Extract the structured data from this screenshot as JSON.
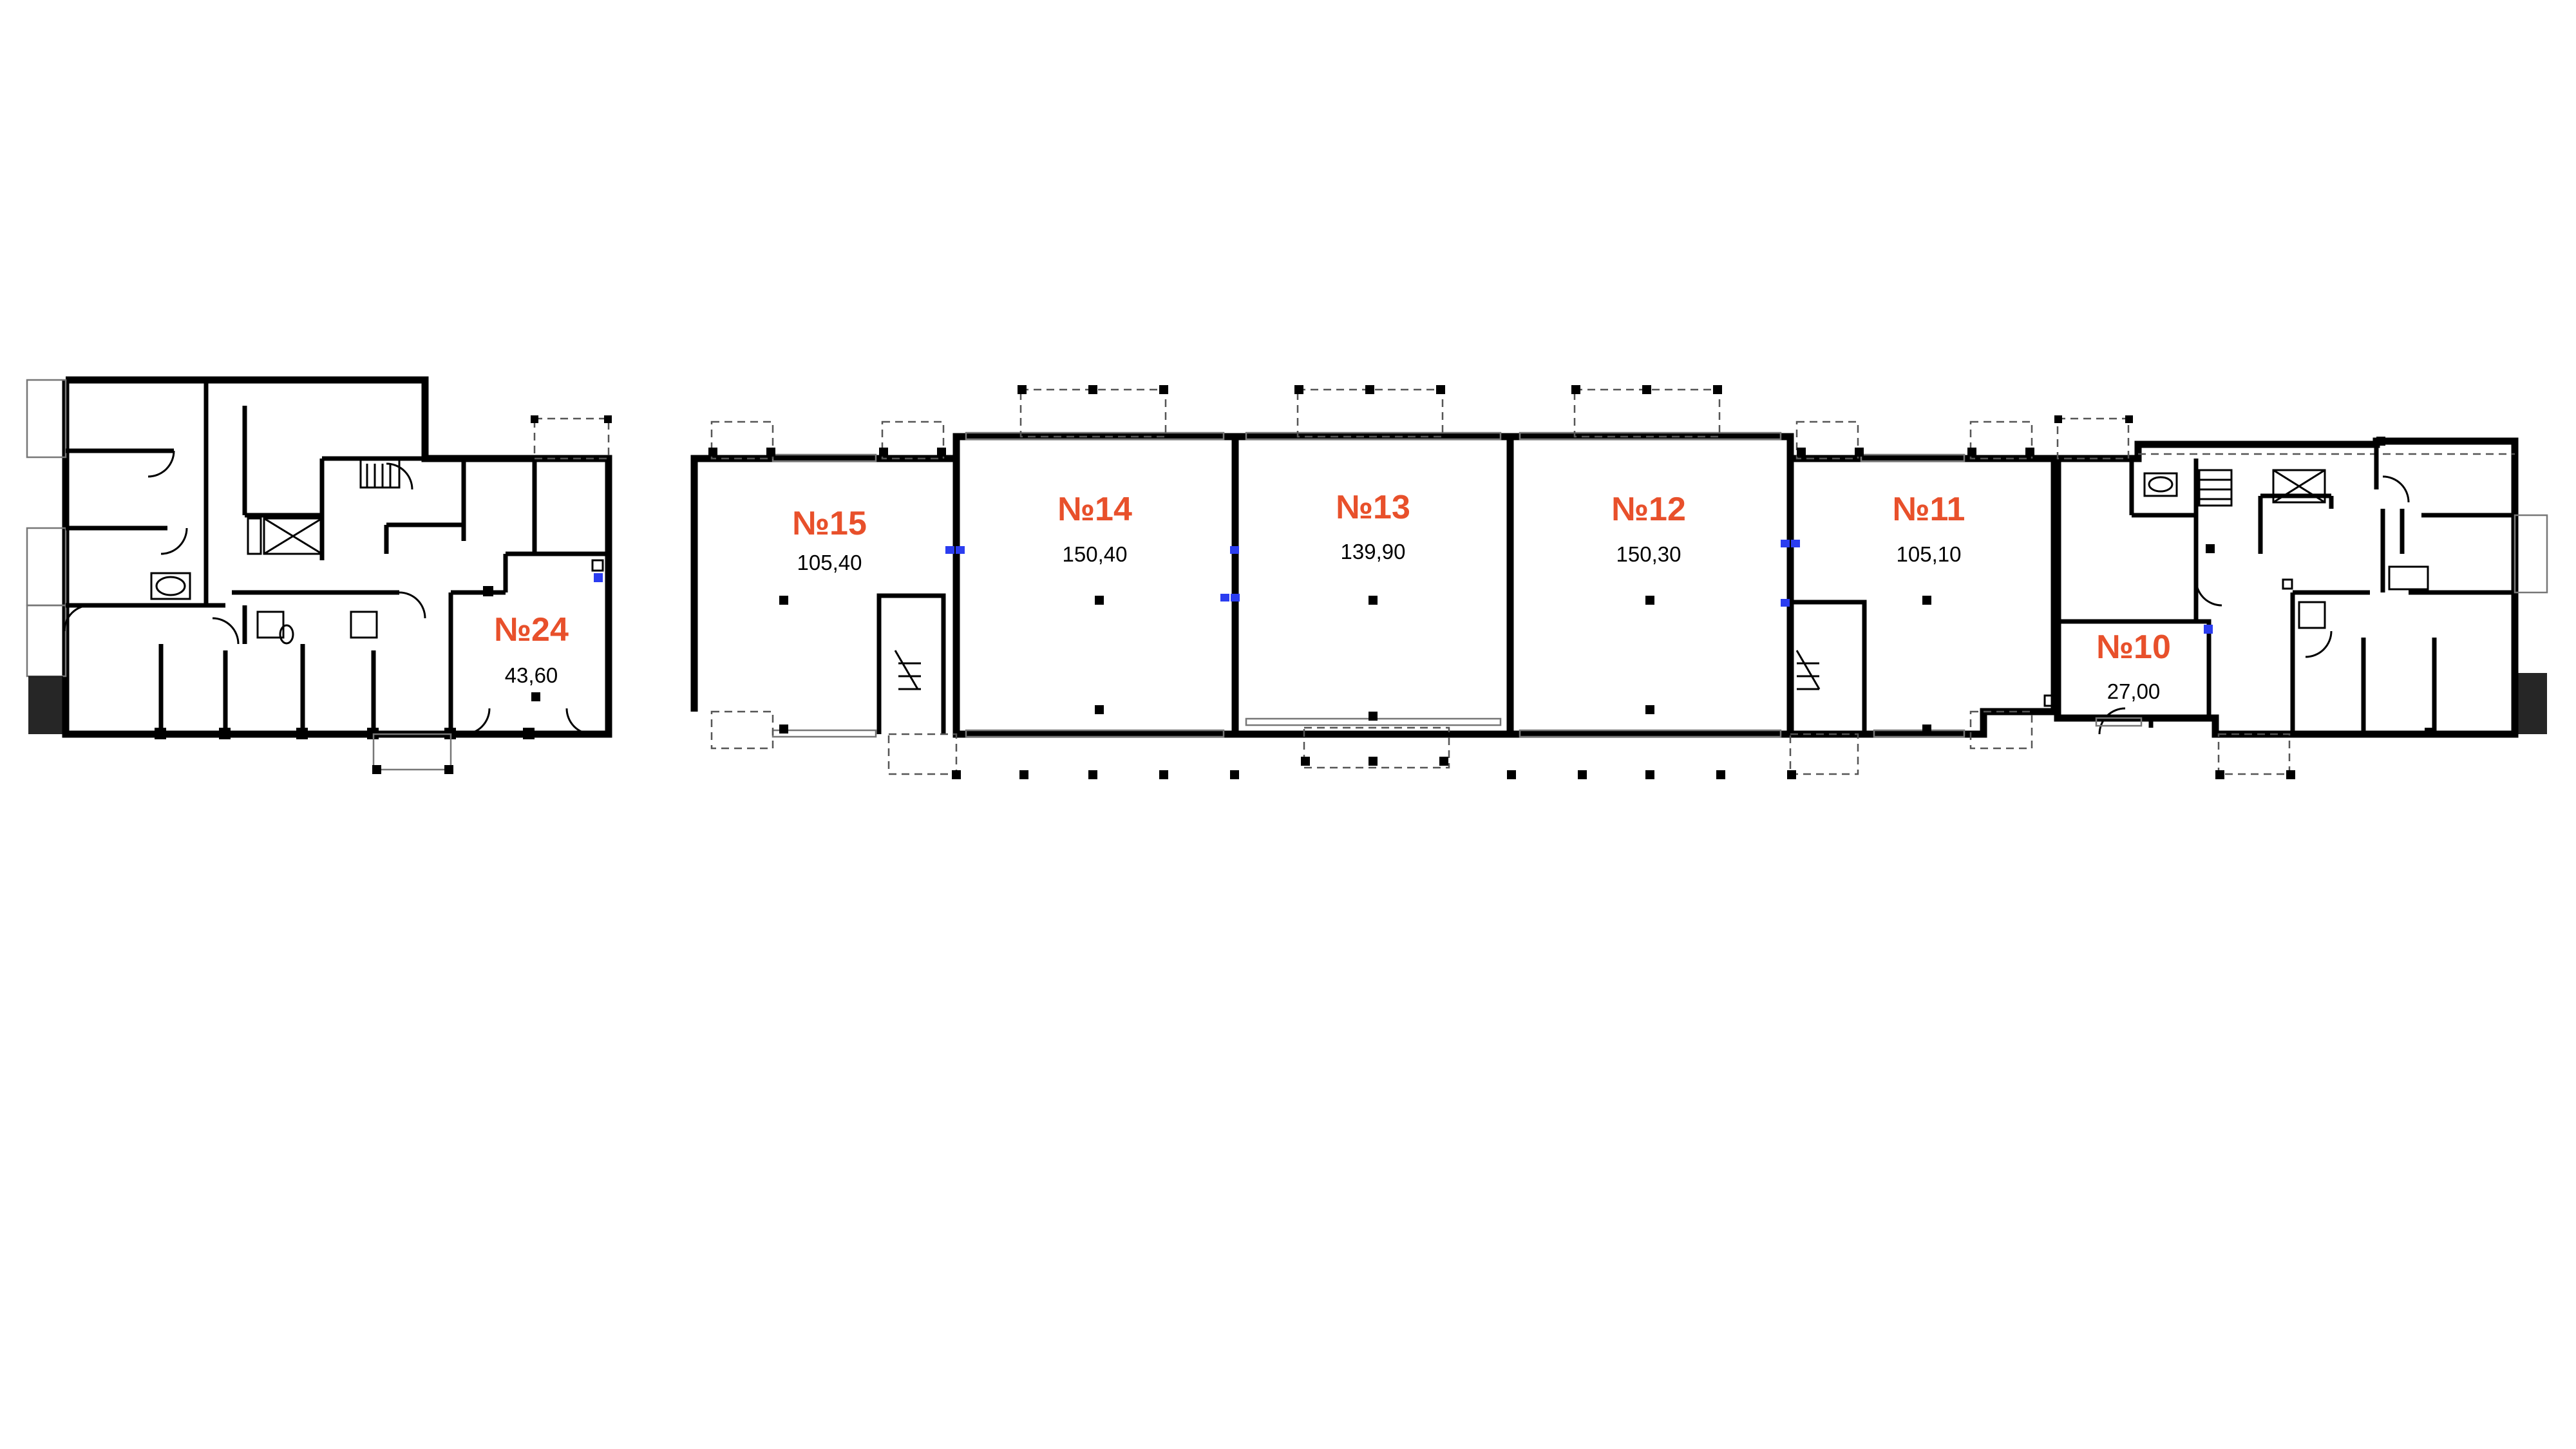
{
  "units": [
    {
      "id": "u24",
      "number": "№24",
      "area": "43,60"
    },
    {
      "id": "u15",
      "number": "№15",
      "area": "105,40"
    },
    {
      "id": "u14",
      "number": "№14",
      "area": "150,40"
    },
    {
      "id": "u13",
      "number": "№13",
      "area": "139,90"
    },
    {
      "id": "u12",
      "number": "№12",
      "area": "150,30"
    },
    {
      "id": "u11",
      "number": "№11",
      "area": "105,10"
    },
    {
      "id": "u10",
      "number": "№10",
      "area": "27,00"
    }
  ],
  "colors": {
    "unit_label": "#e8502b",
    "walls": "#000000",
    "valve": "#2b3df0"
  }
}
